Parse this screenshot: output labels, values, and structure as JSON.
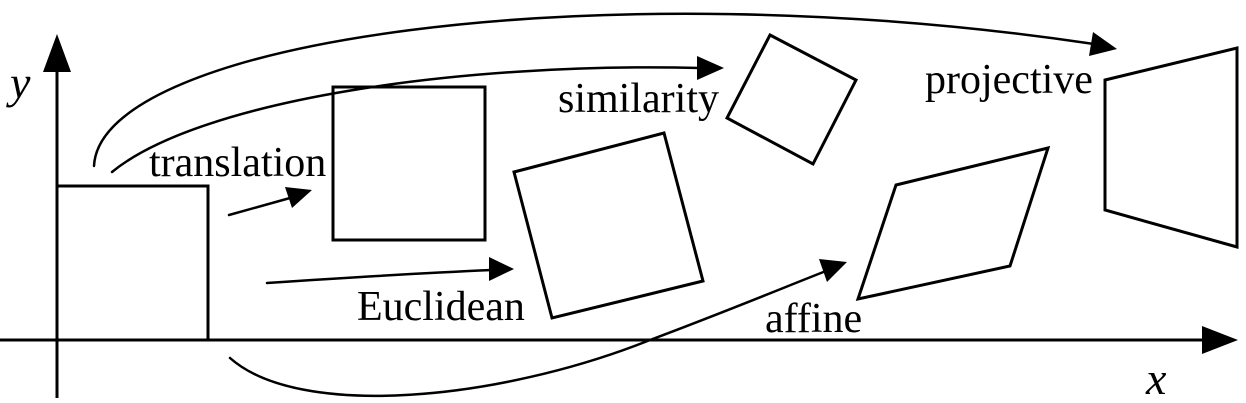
{
  "labels": {
    "translation": "translation",
    "euclidean": "Euclidean",
    "similarity": "similarity",
    "affine": "affine",
    "projective": "projective"
  },
  "axes": {
    "x": "x",
    "y": "y"
  },
  "colors": {
    "ink": "#000000",
    "background": "#ffffff"
  }
}
